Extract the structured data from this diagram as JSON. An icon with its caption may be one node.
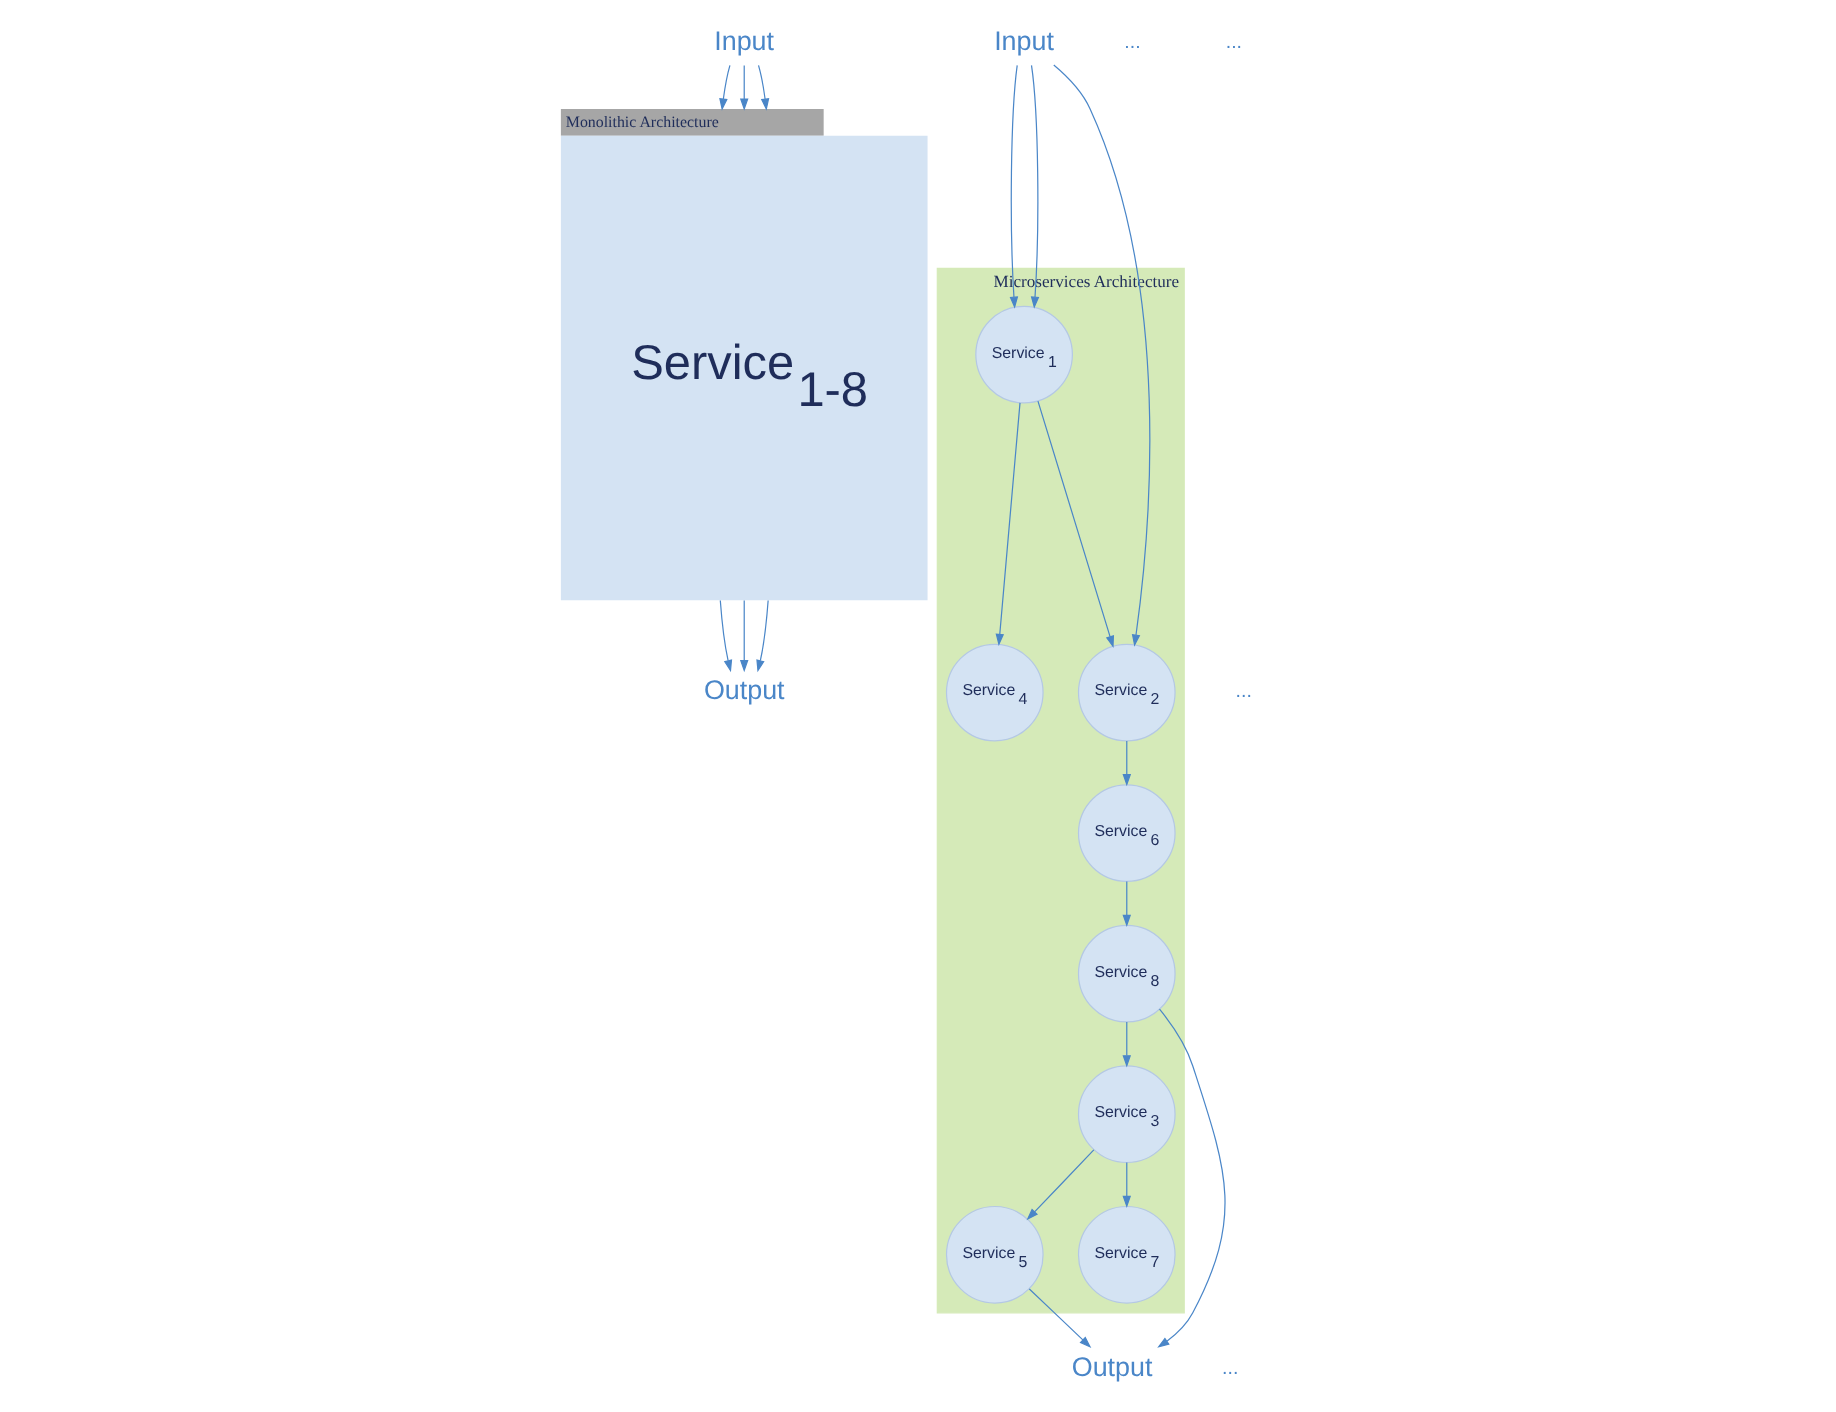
{
  "diagram": {
    "nodes": [
      {
        "text": [
          "Input"
        ]
      },
      {
        "text": [
          "Monolithic Architecture",
          "Service$_{1-8}$"
        ]
      },
      {
        "text": [
          "Output"
        ]
      },
      {
        "text": [
          "Input"
        ]
      },
      {
        "text": [
          "Microservices Architecture"
        ]
      },
      {
        "text": [
          "Service$_{1}$"
        ],
        "in": 4
      },
      {
        "text": [
          "Service$_{2}$"
        ],
        "in": 4
      },
      {
        "text": [
          "Service$_{3}$"
        ],
        "in": 4
      },
      {
        "text": [
          "Service$_{4}$"
        ],
        "in": 4
      },
      {
        "text": [
          "Service$_{5}$"
        ],
        "in": 4
      },
      {
        "text": [
          "Service$_{6}$"
        ],
        "in": 4
      },
      {
        "text": [
          "Service$_{7}$"
        ],
        "in": 4
      },
      {
        "text": [
          "Service$_{8}$"
        ],
        "in": 4
      },
      {
        "text": [
          "Output"
        ]
      }
    ],
    "edges": [
      {
        "from": 0,
        "to": 1,
        "arrow": "to"
      },
      {
        "from": 0,
        "to": 1,
        "arrow": "to"
      },
      {
        "from": 0,
        "to": 1,
        "arrow": "to"
      },
      {
        "from": 1,
        "to": 2,
        "arrow": "to"
      },
      {
        "from": 1,
        "to": 2,
        "arrow": "to"
      },
      {
        "from": 1,
        "to": 2,
        "arrow": "to"
      },
      {
        "from": 3,
        "to": 5,
        "arrow": "to"
      },
      {
        "from": 3,
        "to": 5,
        "arrow": "to"
      },
      {
        "from": 3,
        "to": 6,
        "arrow": "to"
      },
      {
        "from": 5,
        "to": 6,
        "arrow": "to"
      },
      {
        "from": 5,
        "to": 8,
        "arrow": "to"
      },
      {
        "from": 6,
        "to": 10,
        "arrow": "to"
      },
      {
        "from": 10,
        "to": 12,
        "arrow": "to"
      },
      {
        "from": 12,
        "to": 7,
        "arrow": "to"
      },
      {
        "from": 7,
        "to": 11,
        "arrow": "to"
      },
      {
        "from": 7,
        "to": 9,
        "arrow": "to"
      },
      {
        "from": 9,
        "to": 13,
        "arrow": "to"
      },
      {
        "from": 12,
        "to": 13,
        "arrow": "to"
      }
    ],
    "labels": [
      "...",
      "...",
      "...",
      "..."
    ]
  }
}
